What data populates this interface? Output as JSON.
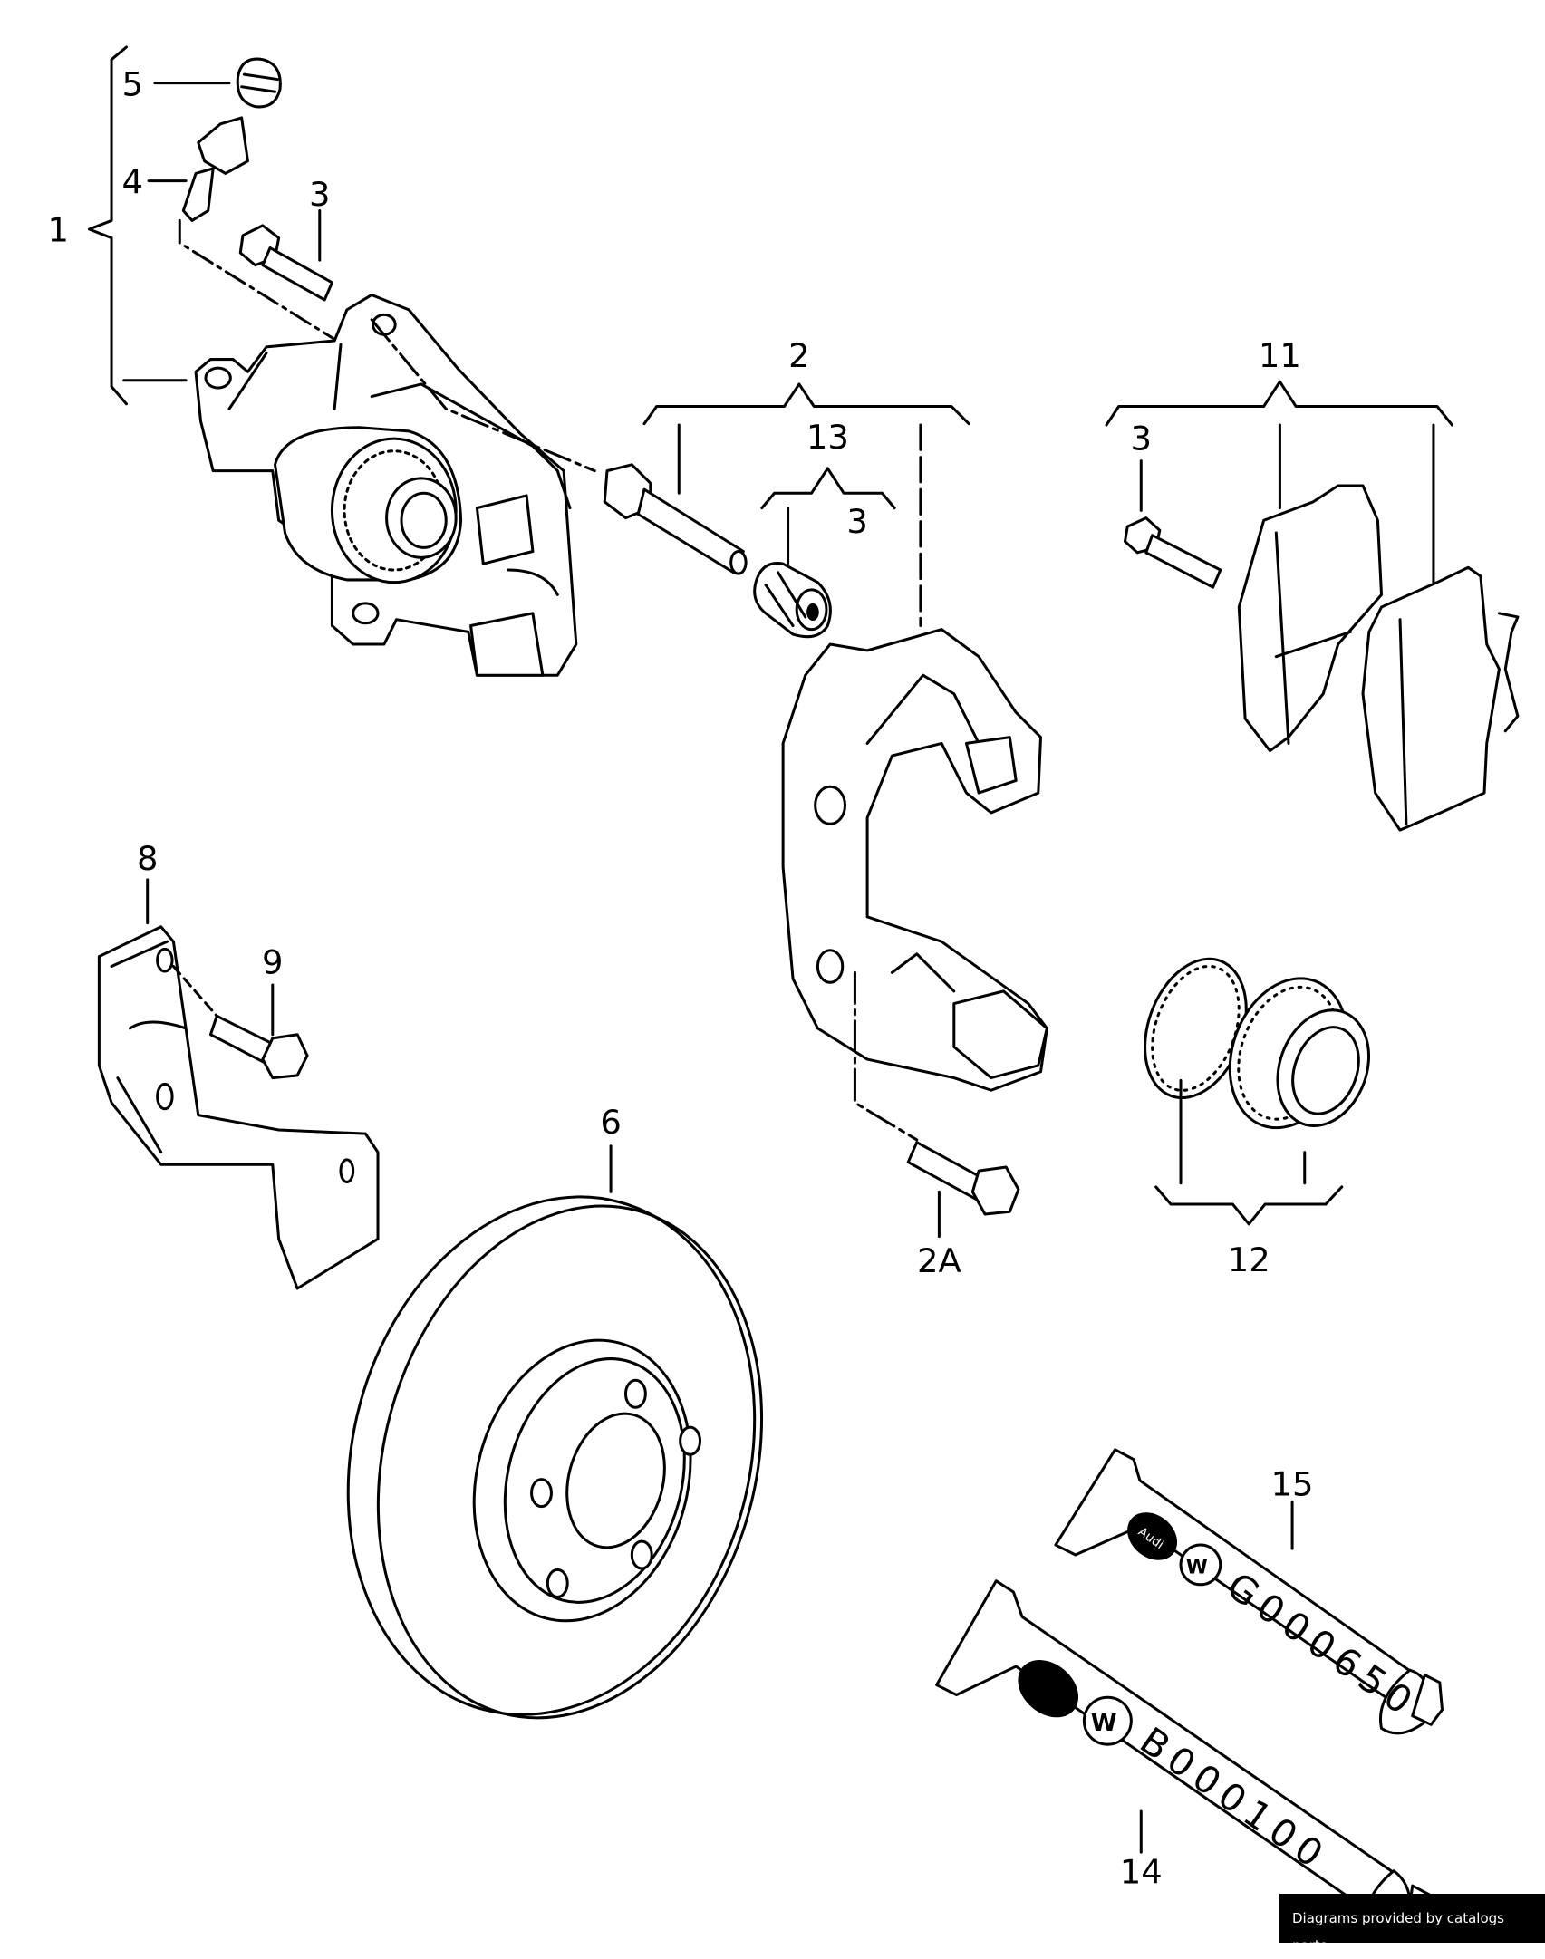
{
  "diagram": {
    "labels": {
      "l1": "1",
      "l2": "2",
      "l2a": "2A",
      "l3a": "3",
      "l3b": "3",
      "l3c": "3",
      "l4": "4",
      "l5": "5",
      "l6": "6",
      "l8": "8",
      "l9": "9",
      "l11": "11",
      "l12": "12",
      "l13": "13",
      "l14": "14",
      "l15": "15"
    },
    "tubes": {
      "tube15_code": "G000650",
      "tube14_code": "B000100",
      "logo_text": "Audi"
    }
  },
  "footer": {
    "credit": "Diagrams provided by catalogs parts"
  }
}
